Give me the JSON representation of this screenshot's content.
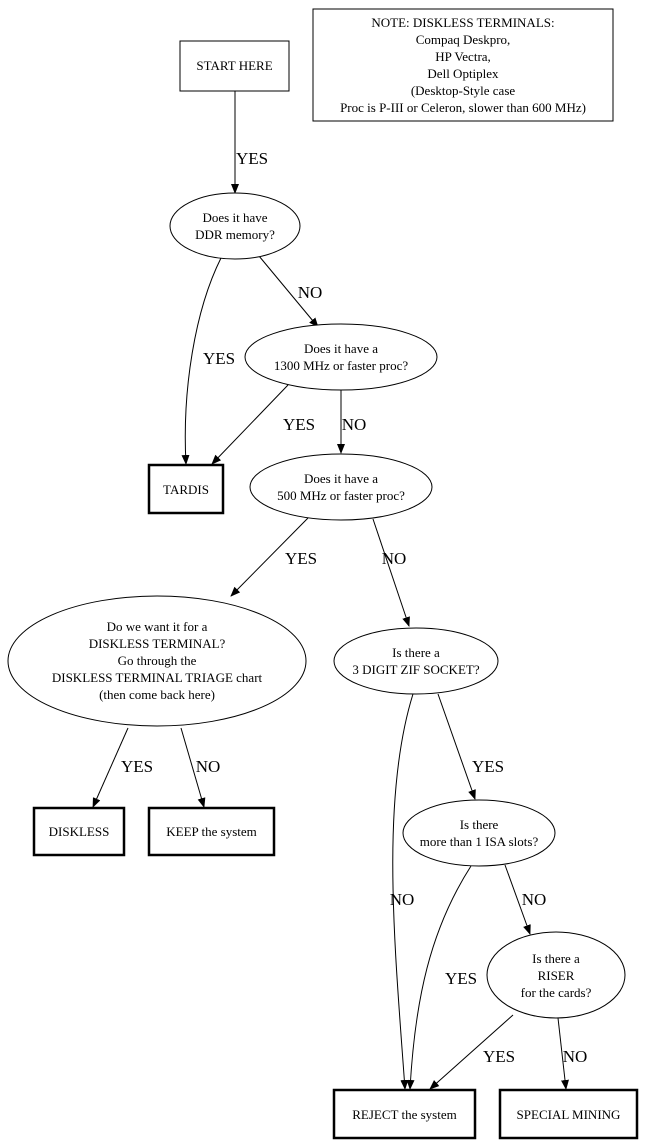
{
  "nodes": {
    "start": "START HERE",
    "note": [
      "NOTE: DISKLESS TERMINALS:",
      "Compaq Deskpro,",
      "HP Vectra,",
      "Dell Optiplex",
      "(Desktop-Style case",
      "Proc is P-III or Celeron, slower than 600 MHz)"
    ],
    "ddr": [
      "Does it have",
      "DDR memory?"
    ],
    "p1300": [
      "Does it have a",
      "1300 MHz or faster proc?"
    ],
    "tardis": "TARDIS",
    "p500": [
      "Does it have a",
      "500 MHz or faster proc?"
    ],
    "diskless_q": [
      "Do we want it for a",
      "DISKLESS TERMINAL?",
      "Go through the",
      "DISKLESS TERMINAL TRIAGE chart",
      "(then come back here)"
    ],
    "zif": [
      "Is there a",
      "3 DIGIT ZIF SOCKET?"
    ],
    "diskless": "DISKLESS",
    "keep": "KEEP the system",
    "isa": [
      "Is there",
      "more than 1 ISA slots?"
    ],
    "riser": [
      "Is there a",
      "RISER",
      "for the cards?"
    ],
    "reject": "REJECT the system",
    "special": "SPECIAL MINING"
  },
  "edges": {
    "start_ddr": "YES",
    "ddr_tardis": "YES",
    "ddr_1300": "NO",
    "p1300_tardis": "YES",
    "p1300_500": "NO",
    "p500_diskless": "YES",
    "p500_zif": "NO",
    "dq_diskless": "YES",
    "dq_keep": "NO",
    "zif_reject": "NO",
    "zif_isa": "YES",
    "isa_reject": "YES",
    "isa_riser": "NO",
    "riser_reject": "YES",
    "riser_special": "NO"
  }
}
